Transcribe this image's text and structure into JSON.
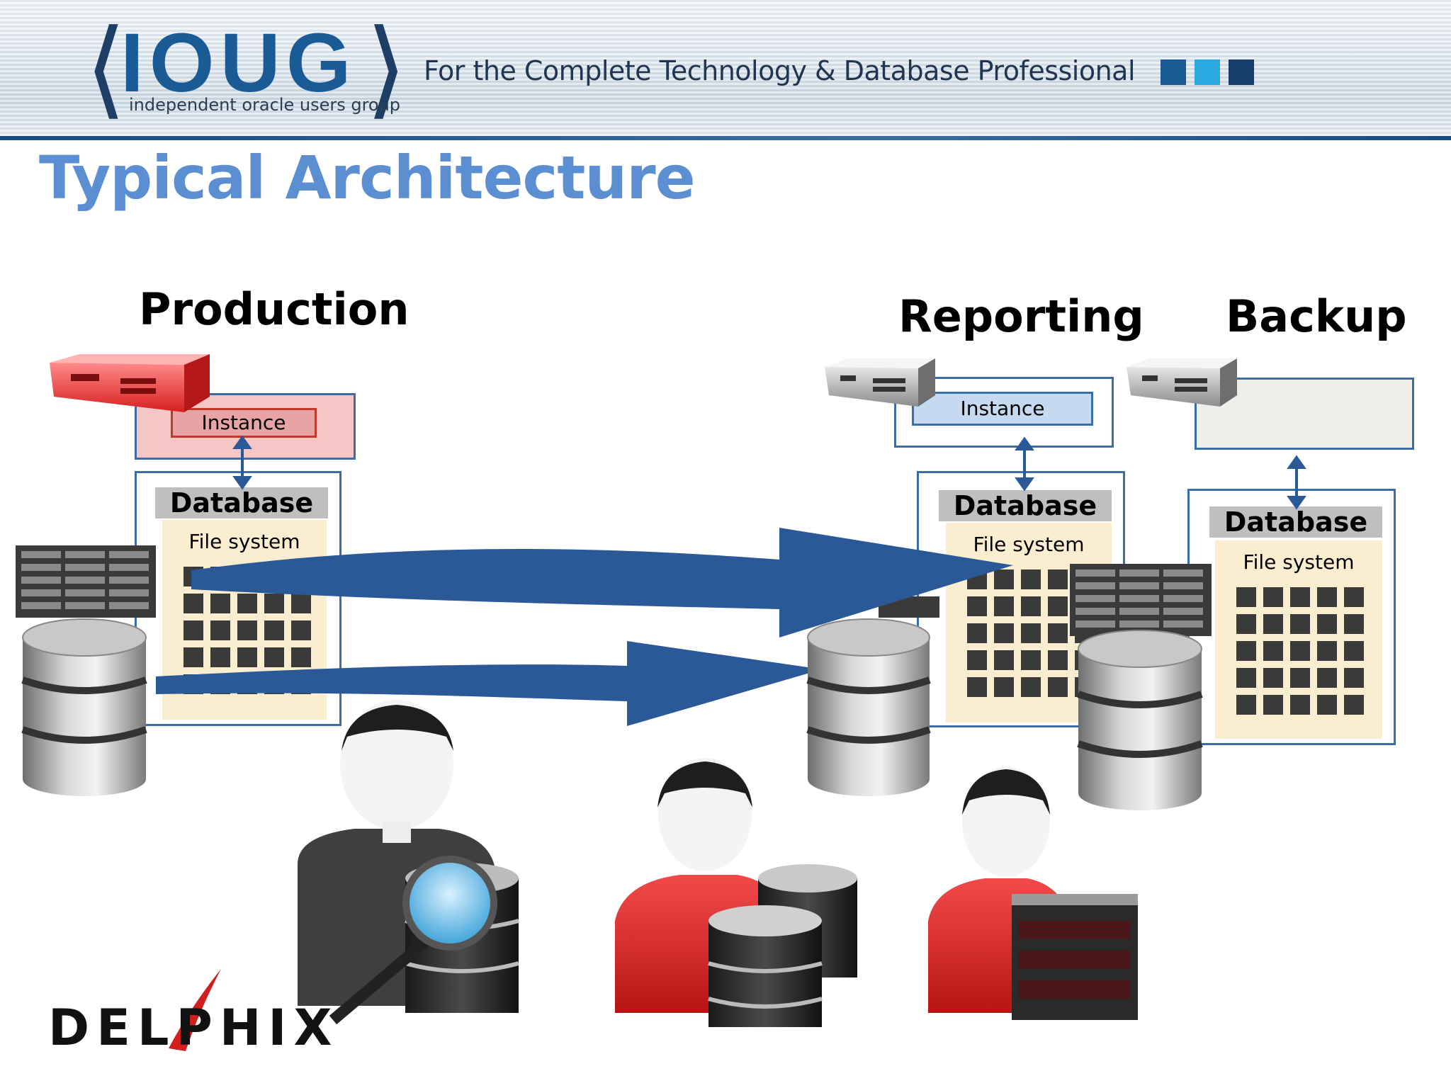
{
  "header": {
    "logo_text": "IOUG",
    "logo_subtitle": "independent oracle users group",
    "tagline": "For the Complete Technology & Database Professional",
    "accent_colors": [
      "#1a5b95",
      "#2aa8e0",
      "#163e6a"
    ]
  },
  "title": "Typical Architecture",
  "production": {
    "label": "Production",
    "instance": "Instance",
    "database": "Database",
    "file_system": "File system",
    "server_color": "#e83a3a"
  },
  "reporting": {
    "label": "Reporting",
    "instance": "Instance",
    "database": "Database",
    "file_system": "File system"
  },
  "backup": {
    "label": "Backup",
    "database": "Database",
    "file_system": "File system"
  },
  "arrows": {
    "color": "#2b5896"
  },
  "logo_bottom": {
    "text": "DELPHIX"
  }
}
